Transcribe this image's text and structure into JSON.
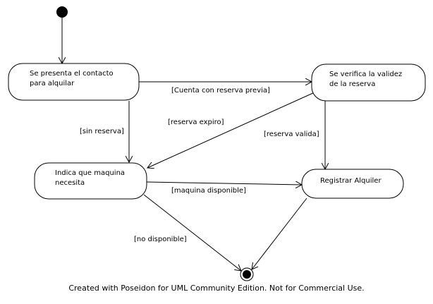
{
  "diagram": {
    "states": {
      "contacto": [
        "Se presenta el contacto",
        "para alquilar"
      ],
      "verifica": [
        "Se verifica la validez",
        "de la reserva"
      ],
      "indica": [
        "Indica que maquina",
        "necesita"
      ],
      "registrar": [
        "Registrar Alquiler"
      ]
    },
    "guards": {
      "cuenta_reserva": "[Cuenta con reserva previa]",
      "sin_reserva": "[sin reserva]",
      "reserva_expiro": "[reserva expiro]",
      "reserva_valida": "[reserva valida]",
      "maquina_disponible": "[maquina disponible]",
      "no_disponible": "[no disponible]"
    },
    "footer": "Created with Poseidon for UML Community Edition. Not for Commercial Use."
  }
}
